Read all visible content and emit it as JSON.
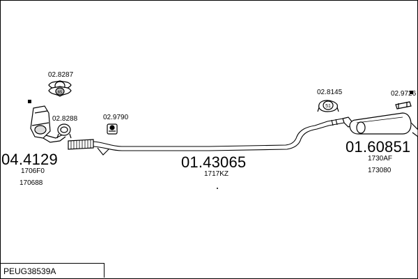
{
  "diagram_code": "PEUG38539A",
  "parts": {
    "catalyst": {
      "number": "04.4129",
      "refs": [
        "1706F0",
        "170688"
      ]
    },
    "middle_pipe": {
      "number": "01.43065",
      "refs": [
        "1717KZ"
      ]
    },
    "rear_silencer": {
      "number": "01.60851",
      "refs": [
        "1730AF",
        "173080"
      ]
    }
  },
  "accessories": {
    "acc_a": "02.8287",
    "acc_b": "02.8288",
    "acc_c": "02.9790",
    "acc_d": "02.8145",
    "acc_e": "02.9726"
  },
  "hanger_marks": {
    "mark_1": "51"
  }
}
